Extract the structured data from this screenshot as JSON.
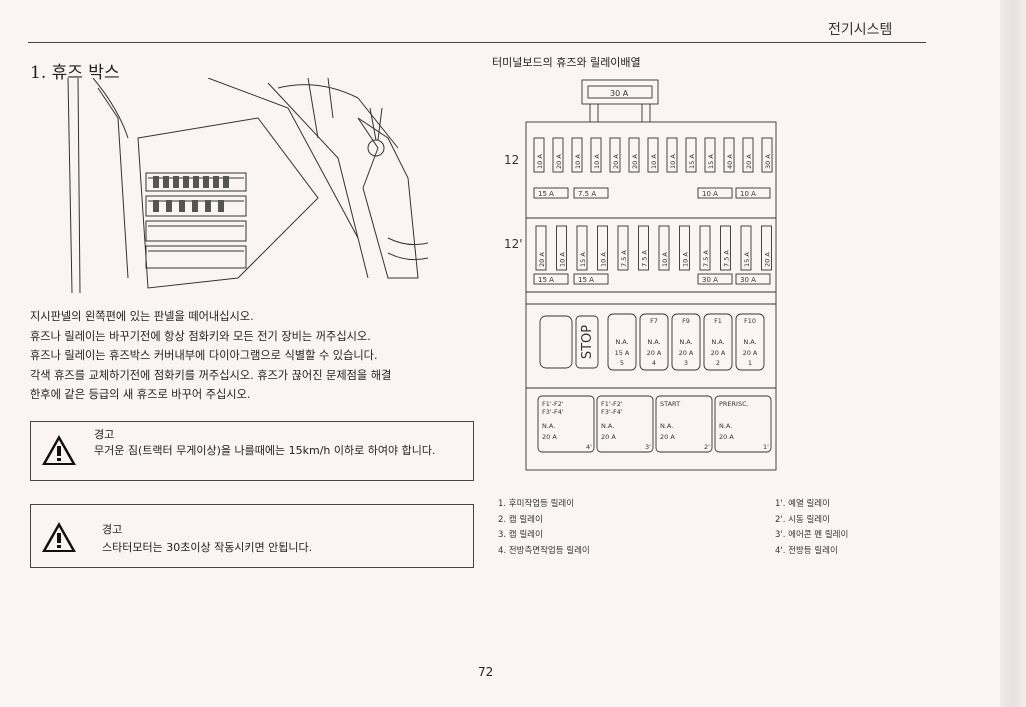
{
  "header": {
    "title": "전기시스템"
  },
  "section": {
    "title": "1. 휴즈 박스"
  },
  "diagram": {
    "title": "터미널보드의 휴즈와 릴레이배열",
    "top_fuse": "30 A",
    "row1_label": "12",
    "row2_label": "12'",
    "row1_fuses": [
      "10 A",
      "20 A",
      "10 A",
      "10 A",
      "20 A",
      "20 A",
      "10 A",
      "10 A",
      "15 A",
      "15 A",
      "40 A",
      "20 A",
      "30 A"
    ],
    "row1_bottom": [
      "15 A",
      "7.5 A",
      "10 A",
      "10 A"
    ],
    "row2_fuses": [
      "20 A",
      "10 A",
      "15 A",
      "10 A",
      "7.5 A",
      "7.5 A",
      "10 A",
      "10 A",
      "7.5 A",
      "7.5 A",
      "15 A",
      "20 A"
    ],
    "row2_bottom": [
      "15 A",
      "15 A",
      "30 A",
      "30 A"
    ],
    "stop_label": "STOP",
    "relays_upper": [
      {
        "top": "",
        "mid": "N.A.",
        "val": "15 A",
        "num": "5"
      },
      {
        "top": "F7",
        "mid": "N.A.",
        "val": "20 A",
        "num": "4"
      },
      {
        "top": "F9",
        "mid": "N.A.",
        "val": "20 A",
        "num": "3"
      },
      {
        "top": "F1",
        "mid": "N.A.",
        "val": "20 A",
        "num": "2"
      },
      {
        "top": "F10",
        "mid": "N.A.",
        "val": "20 A",
        "num": "1"
      }
    ],
    "relays_lower": [
      {
        "top": "F1'-F2'",
        "top2": "F3'-F4'",
        "mid": "N.A.",
        "val": "20 A",
        "num": "4'"
      },
      {
        "top": "F1'-F2'",
        "top2": "F3'-F4'",
        "mid": "N.A.",
        "val": "20 A",
        "num": "3'"
      },
      {
        "top": "START",
        "top2": "",
        "mid": "N.A.",
        "val": "20 A",
        "num": "2'"
      },
      {
        "top": "PRERISC.",
        "top2": "",
        "mid": "N.A.",
        "val": "20 A",
        "num": "1'"
      }
    ]
  },
  "instructions": [
    "지시판넬의 왼쪽편에 있는 판넬을 떼어내십시오.",
    "휴즈나 릴레이는 바꾸기전에 항상 점화키와 모든 전기 장비는 꺼주십시오.",
    "휴즈나 릴레이는 휴즈박스 커버내부에 다이아그램으로 식별할 수 있습니다.",
    "각색 휴즈를 교체하기전에 점화키를 꺼주십시오. 휴즈가 끊어진 문제점을 해결",
    "한후에 같은 등급의 새 휴즈로 바꾸어 주십시오."
  ],
  "warning1": {
    "label": "경고",
    "text": "무거운 짐(트랙터 무게이상)을 나를때에는 15km/h 이하로 하여야 합니다."
  },
  "warning2": {
    "label": "경고",
    "text": "스타터모터는 30초이상 작동시키면 안됩니다."
  },
  "legend_left": [
    "1. 후미작업등 릴레이",
    "2. 캡 릴레이",
    "3. 캡 릴레이",
    "4. 전방측면작업등 릴레이"
  ],
  "legend_right": [
    "1'. 예열 릴레이",
    "2'. 시동 릴레이",
    "3'. 에어콘 펜 릴레이",
    "4'. 전방등 릴레이"
  ],
  "page_number": "72"
}
